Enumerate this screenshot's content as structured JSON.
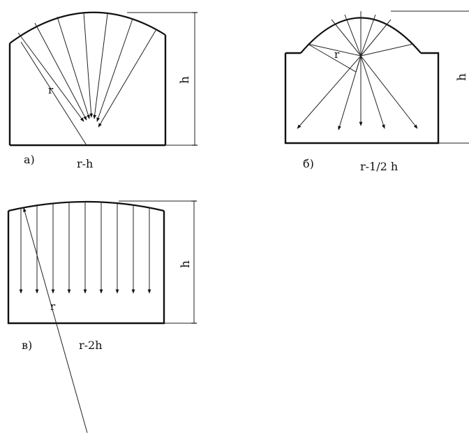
{
  "panels": [
    {
      "id": "a",
      "letter": "а)",
      "caption": "r-h",
      "height_label": "h",
      "radius_label": "r"
    },
    {
      "id": "b",
      "letter": "б)",
      "caption": "r-1/2 h",
      "height_label": "h",
      "radius_label": "r"
    },
    {
      "id": "c",
      "letter": "в)",
      "caption": "r-2h",
      "height_label": "h",
      "radius_label": "r"
    }
  ]
}
